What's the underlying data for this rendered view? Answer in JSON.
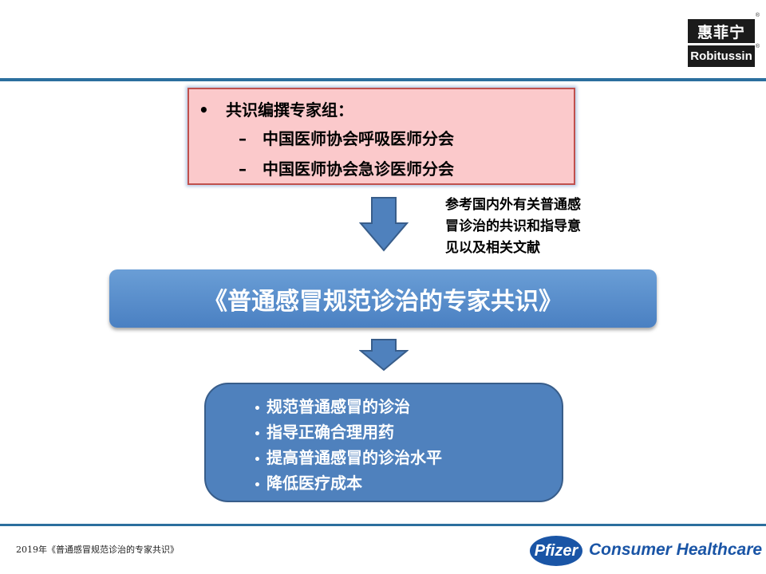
{
  "logo": {
    "cn": "惠菲宁",
    "en": "Robitussin",
    "reg": "®"
  },
  "panel": {
    "bullet": "•",
    "title": "共识编撰专家组：",
    "dash": "–",
    "items": [
      "中国医师协会呼吸医师分会",
      "中国医师协会急诊医师分会"
    ]
  },
  "note": {
    "lines": [
      "参考国内外有关普通感",
      "冒诊治的共识和指导意",
      "见以及相关文献"
    ]
  },
  "banner": {
    "title": "《普通感冒规范诊治的专家共识》"
  },
  "goals": {
    "bullet": "•",
    "items": [
      "规范普通感冒的诊治",
      "指导正确合理用药",
      "提高普通感冒的诊治水平",
      "降低医疗成本"
    ]
  },
  "footer": {
    "caption": "2019年《普通感冒规范诊治的专家共识》",
    "brand_mark": "Pfizer",
    "brand_text": "Consumer Healthcare"
  },
  "colors": {
    "accent": "#2b6f9e",
    "pink": "#fbc9cb",
    "blue": "#4f81bd",
    "pfizer": "#1a55a6"
  }
}
